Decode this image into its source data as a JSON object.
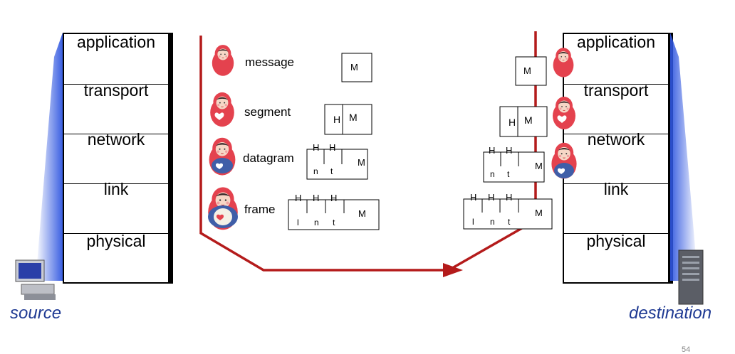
{
  "source_stack": {
    "layers": [
      "application",
      "transport",
      "network",
      "link",
      "physical"
    ]
  },
  "destination_stack": {
    "layers": [
      "application",
      "transport",
      "network",
      "link",
      "physical"
    ]
  },
  "endpoints": {
    "source": "source",
    "destination": "destination"
  },
  "doll_labels": [
    "message",
    "segment",
    "datagram",
    "frame"
  ],
  "packet_text": {
    "message": "M",
    "header": "H",
    "transport_tag": "t",
    "network_tag": "n",
    "link_tag": "l"
  },
  "colors": {
    "arrow": "#b41b1b",
    "doll_red": "#e4424e",
    "doll_blue": "#3f5ea8",
    "gradient_blue": "#2f56e0",
    "endpoint_text": "#1f3a93"
  },
  "page_number": "54"
}
